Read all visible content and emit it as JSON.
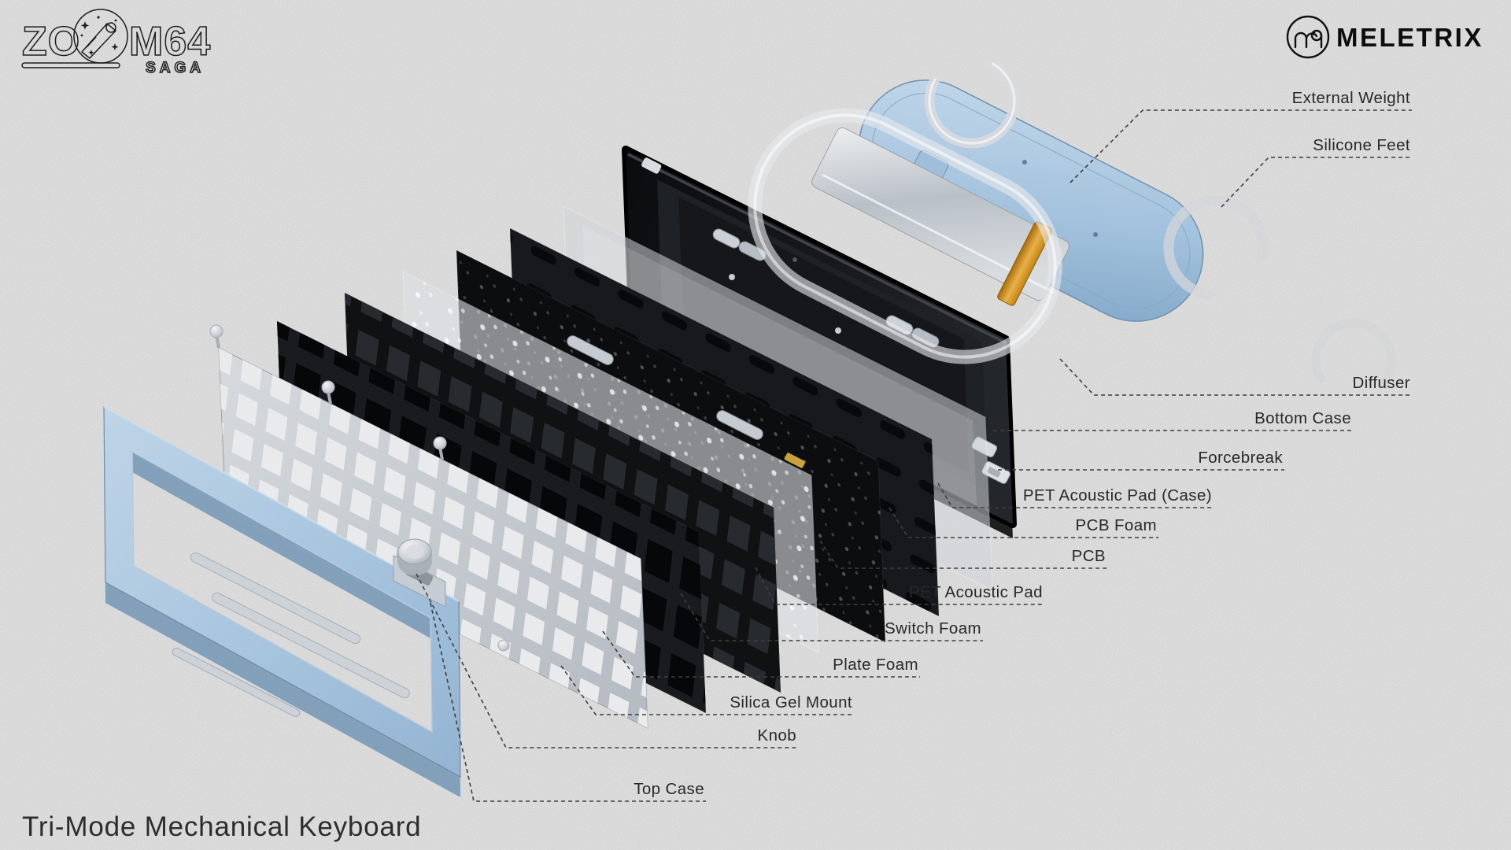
{
  "branding": {
    "logo_left": "ZO",
    "logo_right": "M64",
    "logo_sub": "SAGA",
    "brand": "MELETRIX"
  },
  "title": "Tri-Mode Mechanical Keyboard",
  "parts": [
    {
      "id": "external-weight",
      "label": "External Weight"
    },
    {
      "id": "silicone-feet",
      "label": "Silicone Feet"
    },
    {
      "id": "diffuser",
      "label": "Diffuser"
    },
    {
      "id": "bottom-case",
      "label": "Bottom Case"
    },
    {
      "id": "forcebreak",
      "label": "Forcebreak"
    },
    {
      "id": "pet-acoustic-pad-case",
      "label": "PET Acoustic Pad (Case)"
    },
    {
      "id": "pcb-foam",
      "label": "PCB Foam"
    },
    {
      "id": "pcb",
      "label": "PCB"
    },
    {
      "id": "pet-acoustic-pad",
      "label": "PET Acoustic Pad"
    },
    {
      "id": "switch-foam",
      "label": "Switch Foam"
    },
    {
      "id": "plate-foam",
      "label": "Plate Foam"
    },
    {
      "id": "silica-gel-mount",
      "label": "Silica Gel Mount"
    },
    {
      "id": "knob",
      "label": "Knob"
    },
    {
      "id": "top-case",
      "label": "Top Case"
    }
  ],
  "colors": {
    "background": "#ececec",
    "label_text": "#282828",
    "leader": "#3f3f3f",
    "top_case_blue": "#a9c6e0",
    "bottom_case_black": "#15171a",
    "silver": "#c9ced4",
    "weight_silver": "#b9c0c8",
    "battery_amber": "#d9952a",
    "translucent_pad": "#dfe1e4",
    "diffuser_white": "#e6e8eb"
  }
}
